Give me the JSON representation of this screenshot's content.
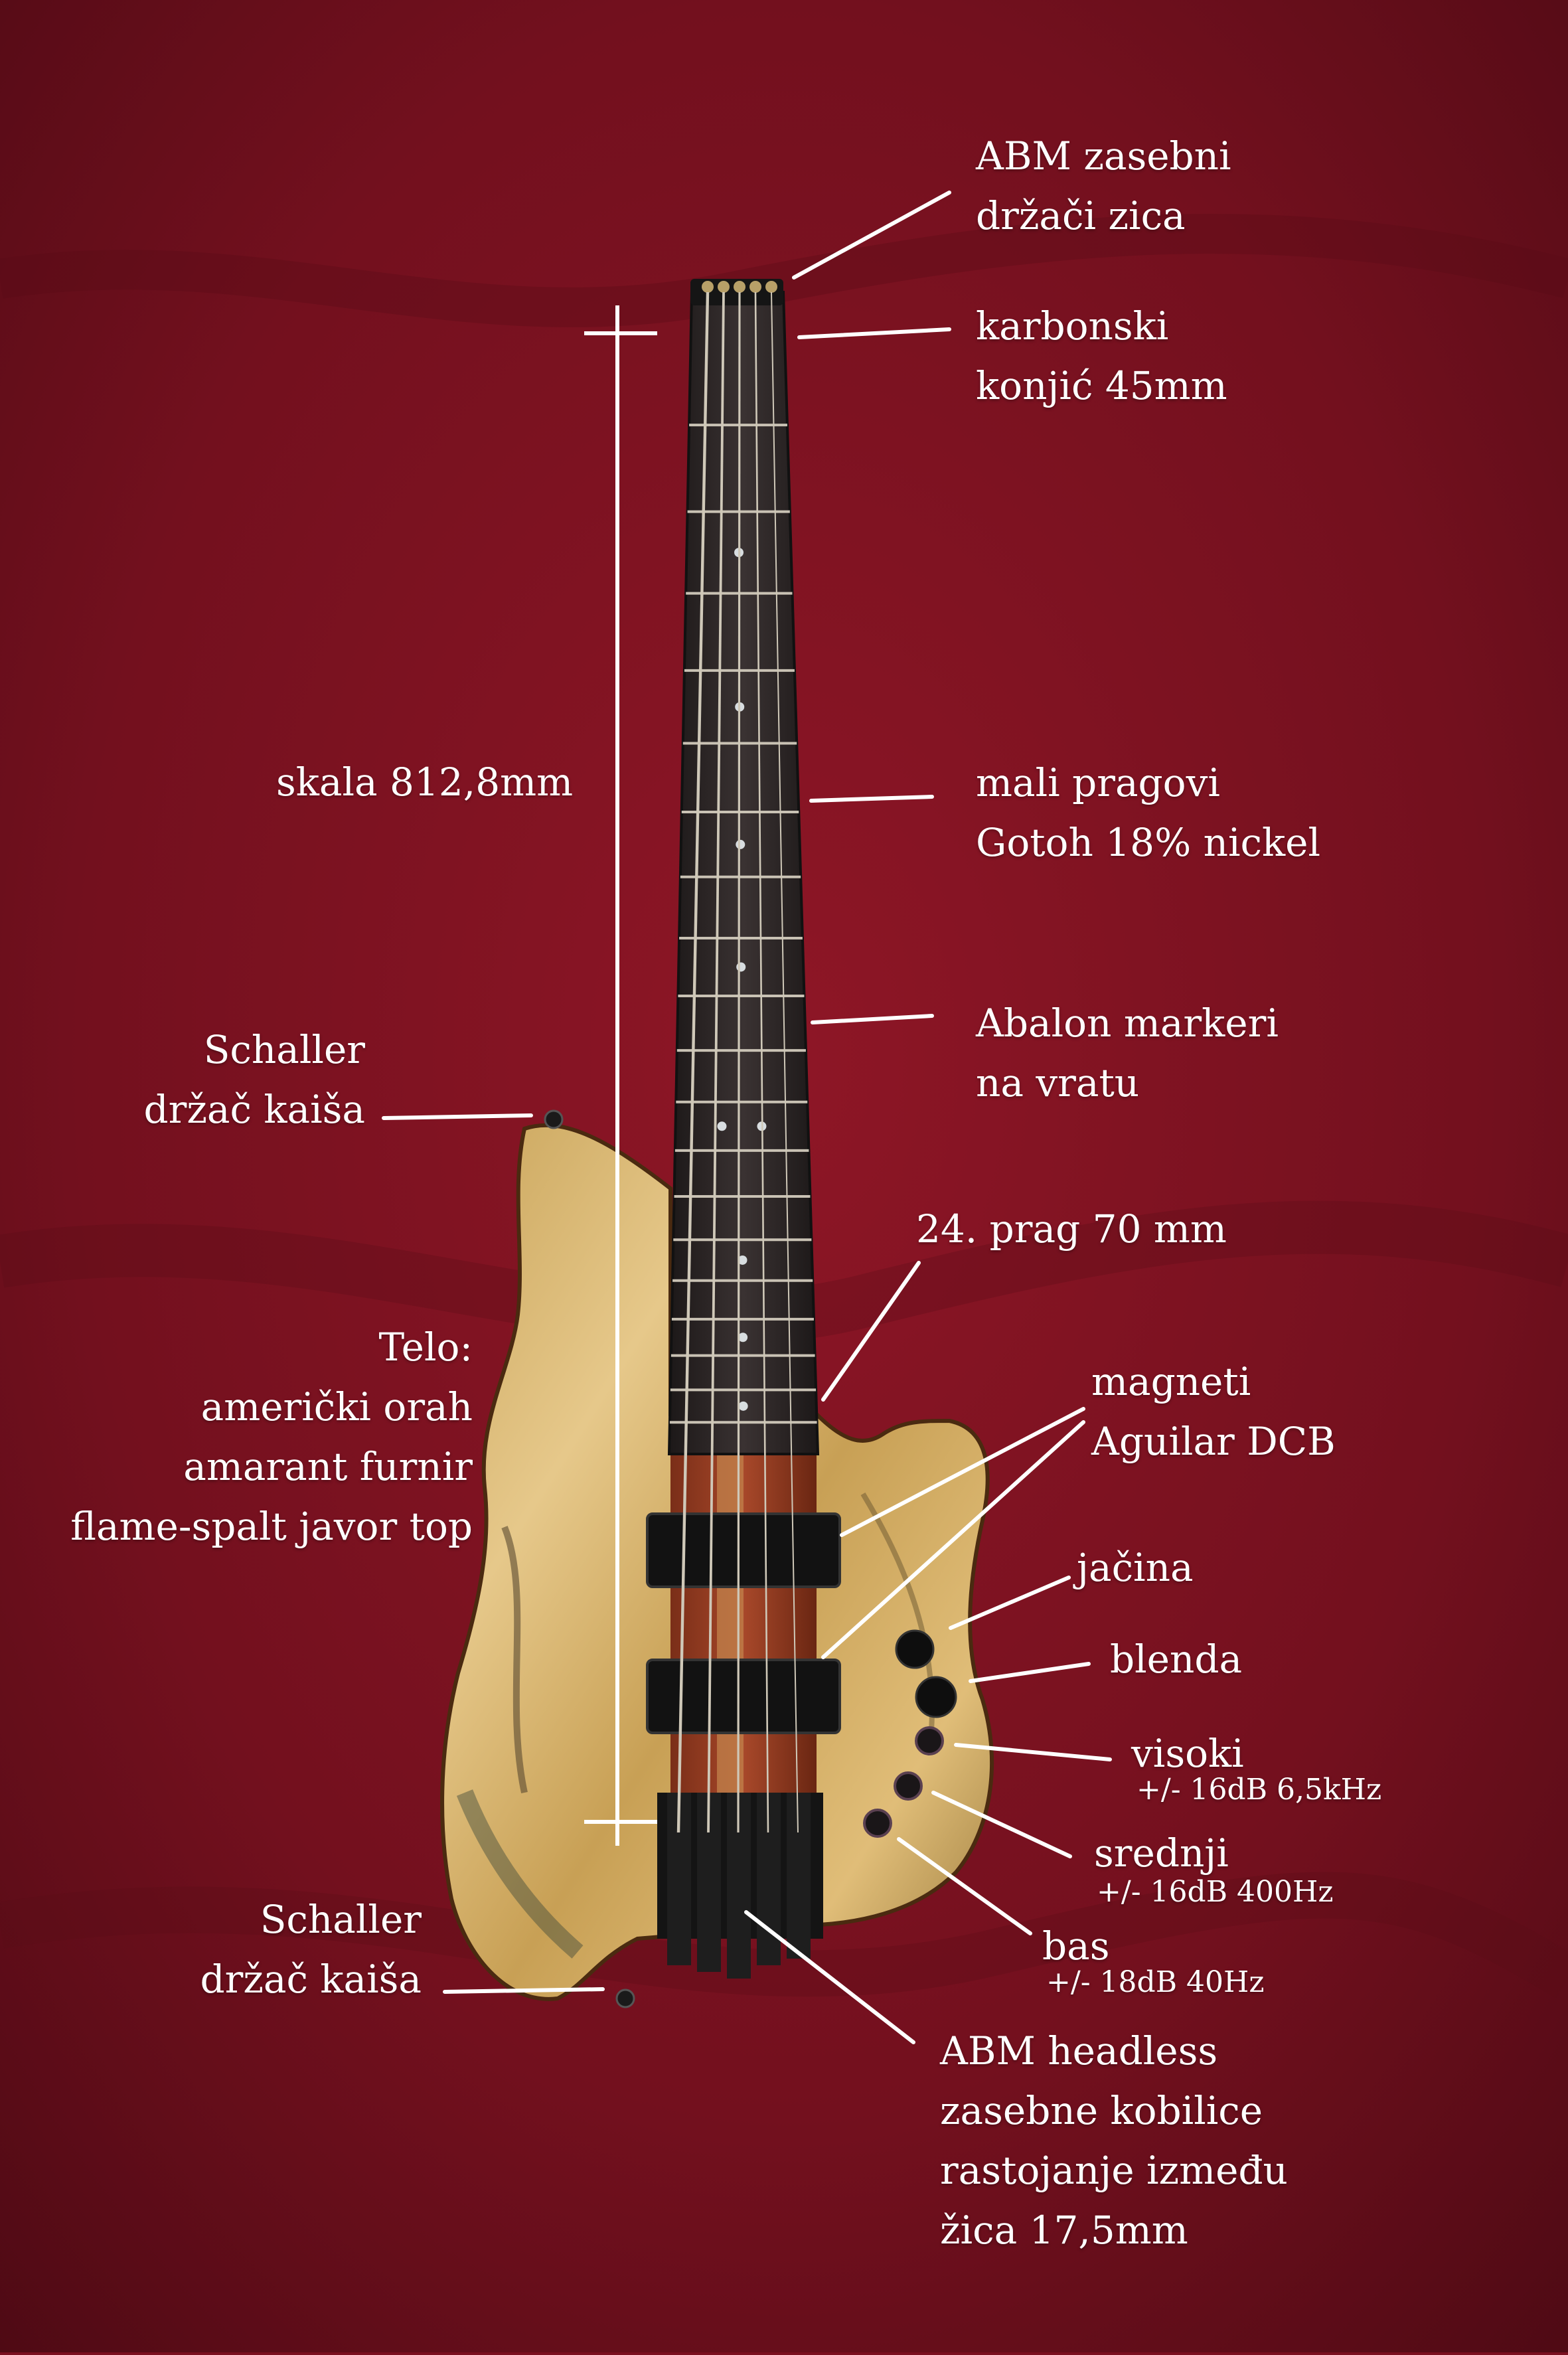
{
  "labels": {
    "string_holders": [
      "ABM zasebni",
      "držači zica"
    ],
    "nut": [
      "karbonski",
      "konjić  45mm"
    ],
    "scale": "skala 812,8mm",
    "frets": [
      "mali pragovi",
      "Gotoh 18% nickel"
    ],
    "markers": [
      "Abalon markeri",
      "na vratu"
    ],
    "strap_top": [
      "Schaller",
      "držač kaiša"
    ],
    "fret24": "24. prag 70 mm",
    "body": [
      "Telo:",
      "američki orah",
      "amarant furnir",
      "flame-spalt javor top"
    ],
    "pickups": [
      "magneti",
      "Aguilar DCB"
    ],
    "volume": "jačina",
    "blend": "blenda",
    "treble": "visoki",
    "treble_spec": "+/-  16dB 6,5kHz",
    "mid": "srednji",
    "mid_spec": "+/-  16dB 400Hz",
    "bass": "bas",
    "bass_spec": "+/-  18dB 40Hz",
    "strap_bottom": [
      "Schaller",
      "držač kaiša"
    ],
    "bridges": [
      "ABM headless",
      "zasebne kobilice",
      "rastojanje između",
      "žica 17,5mm"
    ]
  },
  "colors": {
    "background": "#7a1020",
    "fretboard": "#2a2424",
    "maple": "#d9b36a",
    "walnut_stripe": "#8a3a20",
    "hardware": "#1a1a1a",
    "text": "#ffffff"
  }
}
